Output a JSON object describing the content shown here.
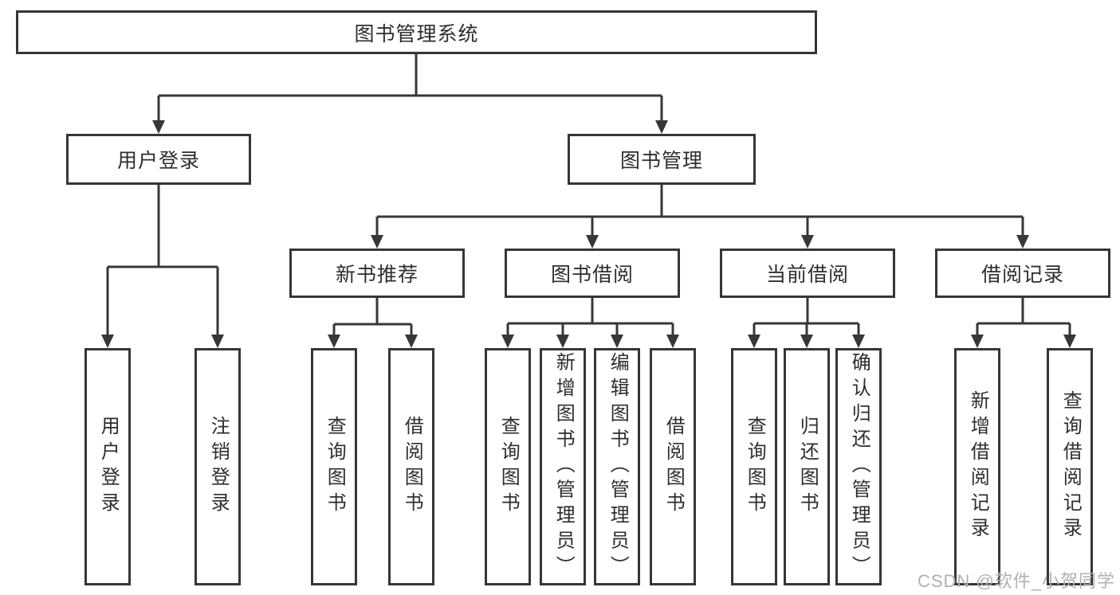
{
  "diagram": {
    "root": {
      "label": "图书管理系统"
    },
    "level2": [
      {
        "label": "用户登录"
      },
      {
        "label": "图书管理"
      }
    ],
    "level3": [
      {
        "label": "新书推荐"
      },
      {
        "label": "图书借阅"
      },
      {
        "label": "当前借阅"
      },
      {
        "label": "借阅记录"
      }
    ],
    "leaves": {
      "user_login": [
        "用户登录",
        "注销登录"
      ],
      "new_book_recommend": [
        "查询图书",
        "借阅图书"
      ],
      "book_borrow": [
        "查询图书",
        "新增图书（管理员）",
        "编辑图书（管理员）",
        "借阅图书"
      ],
      "current_borrow": [
        "查询图书",
        "归还图书",
        "确认归还（管理员）"
      ],
      "borrow_records": [
        "新增借阅记录",
        "查询借阅记录"
      ]
    }
  },
  "watermark": {
    "text": "CSDN @软件_小贺同学"
  },
  "colors": {
    "line": "#373737",
    "box_border": "#363636",
    "text": "#2e2e2e",
    "watermark": "#b0b0b0",
    "background": "#ffffff"
  }
}
